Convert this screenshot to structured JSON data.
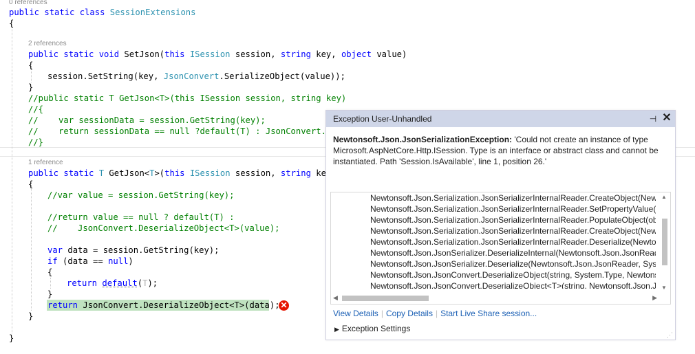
{
  "editor": {
    "lens_top": "0 references",
    "lens_setjson": "2 references",
    "lens_getjson": "1 reference",
    "lines": {
      "l1_kw": "public static class ",
      "l1_ty": "SessionExtensions",
      "l2": "{",
      "l5_a": "public static void ",
      "l5_b": "SetJson(",
      "l5_c": "this ",
      "l5_d": "ISession",
      "l5_e": " session, ",
      "l5_f": "string",
      "l5_g": " key, ",
      "l5_h": "object",
      "l5_i": " value)",
      "l6": "{",
      "l7_a": "session.SetString(key, ",
      "l7_b": "JsonConvert",
      "l7_c": ".SerializeObject(value));",
      "l8": "}",
      "c1": "//public static T GetJson<T>(this ISession session, string key)",
      "c2": "//{",
      "c3": "//    var sessionData = session.GetString(key);",
      "c4": "//    return sessionData == null ?default(T) : JsonConvert.Des",
      "c5": "//}",
      "g1_a": "public static ",
      "g1_b": "T",
      "g1_c": " GetJson<",
      "g1_d": "T",
      "g1_e": ">(",
      "g1_f": "this ",
      "g1_g": "ISession",
      "g1_h": " session, ",
      "g1_i": "string",
      "g1_j": " key)",
      "g2": "{",
      "g3": "//var value = session.GetString(key);",
      "g4": "//return value == null ? default(T) :",
      "g5": "//    JsonConvert.DeserializeObject<T>(value);",
      "g6_a": "var",
      "g6_b": " data = session.GetString(key);",
      "g7_a": "if",
      "g7_b": " (data == ",
      "g7_c": "null",
      "g7_d": ")",
      "g8": "{",
      "g9_a": "return ",
      "g9_b": "default",
      "g9_c": "(",
      "g9_d": "T",
      "g9_e": ");",
      "g10": "}",
      "g11_a": "return ",
      "g11_b": "JsonConvert.DeserializeObject<T>(data);",
      "g12": "}",
      "last": "}"
    },
    "error_glyph": "✕"
  },
  "popup": {
    "title": "Exception User-Unhandled",
    "pin_glyph": "⊣",
    "close_glyph": "✕",
    "exception_type": "Newtonsoft.Json.JsonSerializationException:",
    "exception_message": " 'Could not create an instance of type Microsoft.AspNetCore.Http.ISession. Type is an interface or abstract class and cannot be instantiated. Path 'Session.IsAvailable', line 1, position 26.'",
    "stack": [
      "Newtonsoft.Json.Serialization.JsonSerializerInternalReader.CreateObject(Newto",
      "Newtonsoft.Json.Serialization.JsonSerializerInternalReader.SetPropertyValue(Ne",
      "Newtonsoft.Json.Serialization.JsonSerializerInternalReader.PopulateObject(obje",
      "Newtonsoft.Json.Serialization.JsonSerializerInternalReader.CreateObject(Newto",
      "Newtonsoft.Json.Serialization.JsonSerializerInternalReader.Deserialize(Newtons",
      "Newtonsoft.Json.JsonSerializer.DeserializeInternal(Newtonsoft.Json.JsonReader",
      "Newtonsoft.Json.JsonSerializer.Deserialize(Newtonsoft.Json.JsonReader, System",
      "Newtonsoft.Json.JsonConvert.DeserializeObject(string, System.Type, Newtonso",
      "Newtonsoft.Json.JsonConvert.DeserializeObject<T>(string, Newtonsoft.Json.Jsc"
    ],
    "links": {
      "view_details": "View Details",
      "copy_details": "Copy Details",
      "live_share": "Start Live Share session...",
      "separator": "|"
    },
    "exception_settings": "Exception Settings",
    "expand_glyph": "▶",
    "scroll": {
      "up": "▲",
      "down": "▼",
      "left": "◀",
      "right": "▶"
    },
    "grip": "⋰"
  },
  "colors": {
    "keyword": "#0000ff",
    "type": "#2b91af",
    "comment": "#008000",
    "error": "#e51400",
    "highlight": "#bfe2bf",
    "link": "#1a5fb4"
  }
}
